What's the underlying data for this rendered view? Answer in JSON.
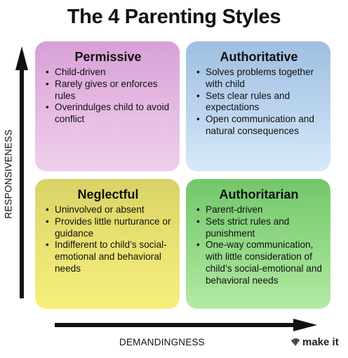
{
  "title": "The 4 Parenting Styles",
  "quadrants": {
    "permissive": {
      "title": "Permissive",
      "color": "#e2b4df",
      "items": [
        "Child-driven",
        "Rarely gives or enforces rules",
        "Overindulges child to avoid conflict"
      ]
    },
    "authoritative": {
      "title": "Authoritative",
      "color": "#bcd6ef",
      "items": [
        "Solves problems together with child",
        "Sets clear rules and expectations",
        "Open communication and natural consequences"
      ]
    },
    "neglectful": {
      "title": "Neglectful",
      "color": "#ebe473",
      "items": [
        "Uninvolved or absent",
        "Provides little nurturance or guidance",
        "Indifferent to child’s social-emotional and behavioral needs"
      ]
    },
    "authoritarian": {
      "title": "Authoritarian",
      "color": "#94da88",
      "items": [
        "Parent-driven",
        "Sets strict rules and punishment",
        "One-way communication, with little consideration of child’s social-emotional and behavioral needs"
      ]
    }
  },
  "axes": {
    "vertical": "RESPONSIVENESS",
    "horizontal": "DEMANDINGNESS"
  },
  "logo": {
    "text": "make it",
    "icon": "peacock-icon"
  }
}
